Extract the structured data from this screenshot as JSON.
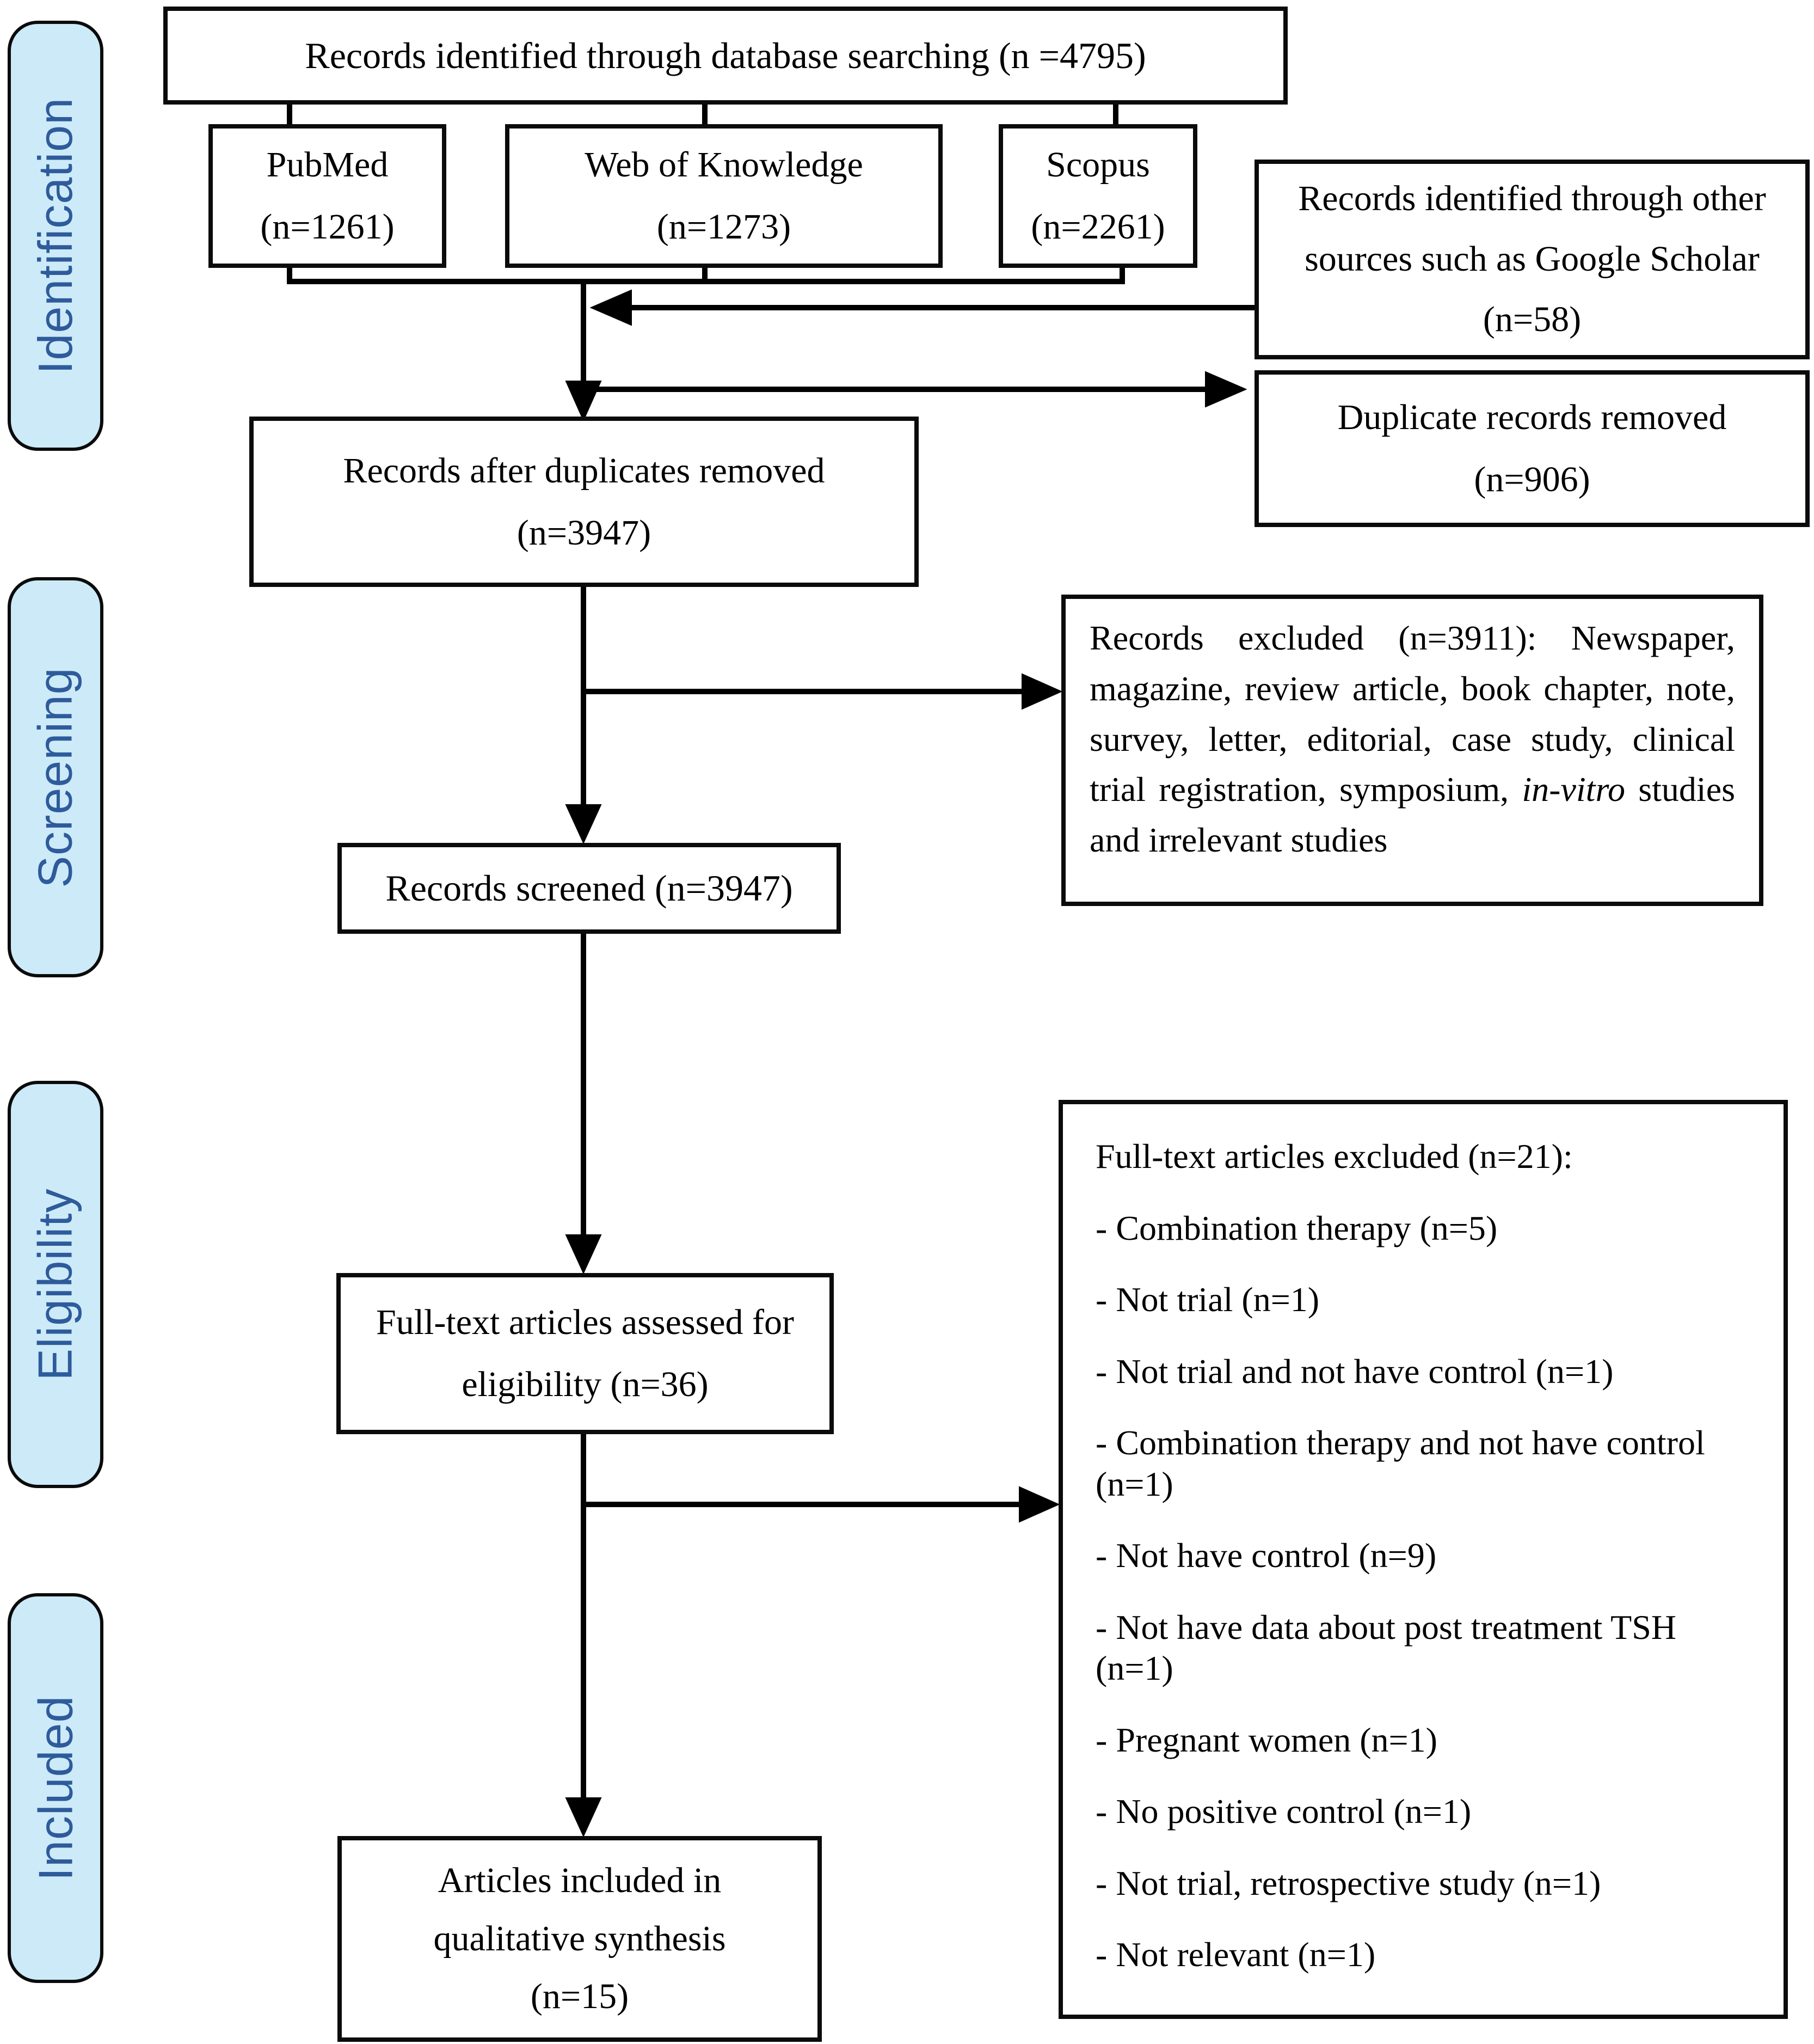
{
  "stages": {
    "identification": "Identification",
    "screening": "Screening",
    "eligibility": "Eligibility",
    "included": "Included"
  },
  "boxes": {
    "db_search": {
      "line1": "Records identified through database searching (n =4795)"
    },
    "pubmed": {
      "line1": "PubMed",
      "line2": "(n=1261)"
    },
    "web_of_knowledge": {
      "line1": "Web of Knowledge",
      "line2": "(n=1273)"
    },
    "scopus": {
      "line1": "Scopus",
      "line2": "(n=2261)"
    },
    "other_sources": {
      "line1": "Records identified through other",
      "line2": "sources such as Google Scholar",
      "line3": "(n=58)"
    },
    "duplicates_removed": {
      "line1": "Duplicate records removed",
      "line2": "(n=906)"
    },
    "after_duplicates": {
      "line1": "Records after duplicates removed",
      "line2": "(n=3947)"
    },
    "records_excluded": {
      "text_before_italic": "Records excluded (n=3911): Newspaper, magazine, review article, book chapter, note, survey, letter, editorial, case study, clinical trial registration, symposium, ",
      "italic_term": "in-vitro",
      "text_after_italic": " studies and irrelevant studies"
    },
    "records_screened": {
      "line1": "Records screened (n=3947)"
    },
    "fulltext_assessed": {
      "line1": "Full-text articles assessed for",
      "line2": "eligibility (n=36)"
    },
    "fulltext_excluded": {
      "title": "Full-text articles excluded (n=21):",
      "items": [
        "- Combination therapy (n=5)",
        "- Not trial (n=1)",
        "- Not trial and not have control (n=1)",
        "- Combination therapy and not have control (n=1)",
        "- Not have control (n=9)",
        "- Not have data about post treatment TSH (n=1)",
        "- Pregnant women (n=1)",
        "- No positive control (n=1)",
        "- Not trial, retrospective study (n=1)",
        "- Not relevant (n=1)"
      ]
    },
    "included_articles": {
      "line1": "Articles included in",
      "line2": "qualitative synthesis",
      "line3": "(n=15)"
    }
  },
  "colors": {
    "stage_fill": "#cdeaf8",
    "stage_text": "#2e5b9b",
    "line_color": "#000000",
    "box_border": "#0b0b0b"
  }
}
